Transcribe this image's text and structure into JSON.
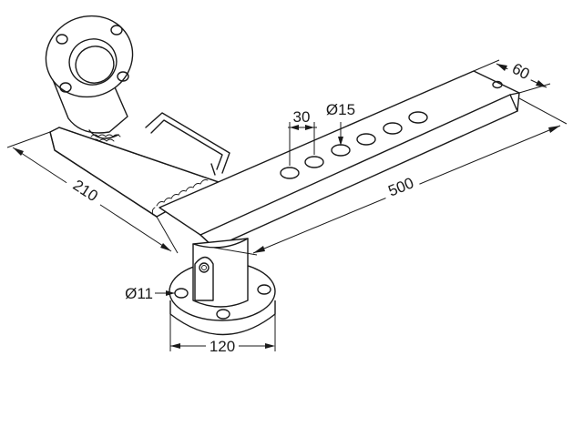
{
  "dimensions": {
    "length_arm": "500",
    "width_arm": "60",
    "length_base": "210",
    "hole_spacing": "30",
    "hole_diameter": "Ø15",
    "bolt_hole_diameter": "Ø11",
    "base_flange": "120"
  },
  "colors": {
    "line": "#1a1a1a",
    "background": "#ffffff"
  }
}
